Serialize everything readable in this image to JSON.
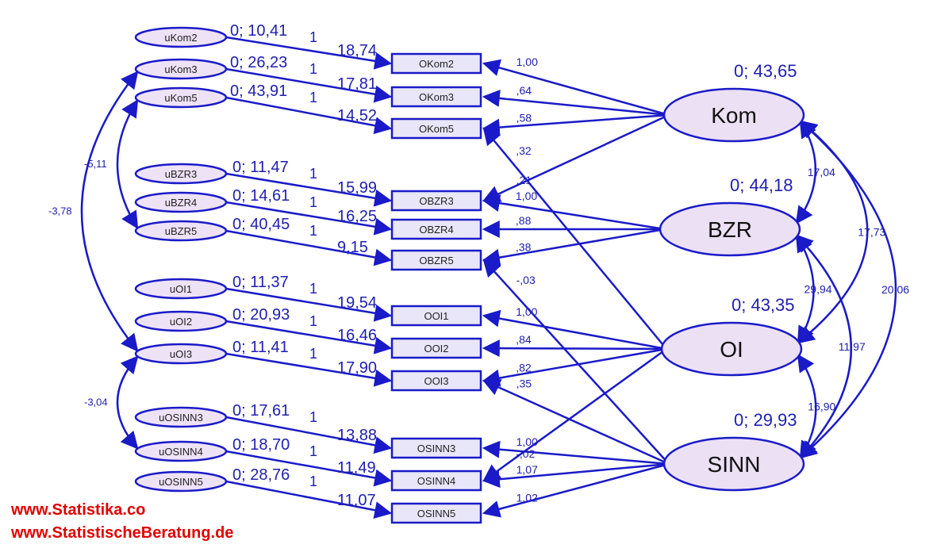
{
  "colors": {
    "line": "#1a1ac8",
    "box_fill": "#e8e6f8",
    "latent_fill": "#ece0f4",
    "error_fill": "#eee2f6",
    "text": "#2020b0",
    "watermark": "#e00000"
  },
  "latents": [
    {
      "id": "kom",
      "label": "Kom",
      "variance": "0; 43,65"
    },
    {
      "id": "bzr",
      "label": "BZR",
      "variance": "0; 44,18"
    },
    {
      "id": "oi",
      "label": "OI",
      "variance": "0; 43,35"
    },
    {
      "id": "sinn",
      "label": "SINN",
      "variance": "0; 29,93"
    }
  ],
  "observed": [
    {
      "id": "OKom2",
      "label": "OKom2",
      "intercept": "18,74"
    },
    {
      "id": "OKom3",
      "label": "OKom3",
      "intercept": "17,81"
    },
    {
      "id": "OKom5",
      "label": "OKom5",
      "intercept": "14,52"
    },
    {
      "id": "OBZR3",
      "label": "OBZR3",
      "intercept": "15,99"
    },
    {
      "id": "OBZR4",
      "label": "OBZR4",
      "intercept": "16,25"
    },
    {
      "id": "OBZR5",
      "label": "OBZR5",
      "intercept": "9,15"
    },
    {
      "id": "OOI1",
      "label": "OOI1",
      "intercept": "19,54"
    },
    {
      "id": "OOI2",
      "label": "OOI2",
      "intercept": "16,46"
    },
    {
      "id": "OOI3",
      "label": "OOI3",
      "intercept": "17,90"
    },
    {
      "id": "OSINN3",
      "label": "OSINN3",
      "intercept": "13,88"
    },
    {
      "id": "OSINN4",
      "label": "OSINN4",
      "intercept": "11,49"
    },
    {
      "id": "OSINN5",
      "label": "OSINN5",
      "intercept": "11,07"
    }
  ],
  "errors": [
    {
      "id": "uKom2",
      "label": "uKom2",
      "variance": "0; 10,41",
      "weight": "1"
    },
    {
      "id": "uKom3",
      "label": "uKom3",
      "variance": "0; 26,23",
      "weight": "1"
    },
    {
      "id": "uKom5",
      "label": "uKom5",
      "variance": "0; 43,91",
      "weight": "1"
    },
    {
      "id": "uBZR3",
      "label": "uBZR3",
      "variance": "0; 11,47",
      "weight": "1"
    },
    {
      "id": "uBZR4",
      "label": "uBZR4",
      "variance": "0; 14,61",
      "weight": "1"
    },
    {
      "id": "uBZR5",
      "label": "uBZR5",
      "variance": "0; 40,45",
      "weight": "1"
    },
    {
      "id": "uOI1",
      "label": "uOI1",
      "variance": "0; 11,37",
      "weight": "1"
    },
    {
      "id": "uOI2",
      "label": "uOI2",
      "variance": "0; 20,93",
      "weight": "1"
    },
    {
      "id": "uOI3",
      "label": "uOI3",
      "variance": "0; 11,41",
      "weight": "1"
    },
    {
      "id": "uOSINN3",
      "label": "uOSINN3",
      "variance": "0; 17,61",
      "weight": "1"
    },
    {
      "id": "uOSINN4",
      "label": "uOSINN4",
      "variance": "0; 18,70",
      "weight": "1"
    },
    {
      "id": "uOSINN5",
      "label": "uOSINN5",
      "variance": "0; 28,76",
      "weight": "1"
    }
  ],
  "loadings": [
    {
      "from": "kom",
      "to": "OKom2",
      "value": "1,00"
    },
    {
      "from": "kom",
      "to": "OKom3",
      "value": ",64"
    },
    {
      "from": "kom",
      "to": "OKom5",
      "value": ",58"
    },
    {
      "from": "kom",
      "to": "OBZR3",
      "value": ",21"
    },
    {
      "from": "bzr",
      "to": "OBZR3",
      "value": "1,00"
    },
    {
      "from": "bzr",
      "to": "OBZR4",
      "value": ",88"
    },
    {
      "from": "bzr",
      "to": "OBZR5",
      "value": ",38"
    },
    {
      "from": "oi",
      "to": "OKom5",
      "value": ",32"
    },
    {
      "from": "oi",
      "to": "OOI1",
      "value": "1,00"
    },
    {
      "from": "oi",
      "to": "OOI2",
      "value": ",84"
    },
    {
      "from": "oi",
      "to": "OOI3",
      "value": ",82"
    },
    {
      "from": "oi",
      "to": "OSINN4",
      "value": "-,02"
    },
    {
      "from": "sinn",
      "to": "OBZR5",
      "value": "-,03"
    },
    {
      "from": "sinn",
      "to": "OOI3",
      "value": ",35"
    },
    {
      "from": "sinn",
      "to": "OSINN3",
      "value": "1,00"
    },
    {
      "from": "sinn",
      "to": "OSINN4",
      "value": "1,07"
    },
    {
      "from": "sinn",
      "to": "OSINN5",
      "value": "1,02"
    }
  ],
  "latent_covariances": [
    {
      "a": "kom",
      "b": "bzr",
      "value": "17,04"
    },
    {
      "a": "kom",
      "b": "oi",
      "value": "17,73"
    },
    {
      "a": "kom",
      "b": "sinn",
      "value": "20,06"
    },
    {
      "a": "bzr",
      "b": "oi",
      "value": "29,94"
    },
    {
      "a": "bzr",
      "b": "sinn",
      "value": "11,97"
    },
    {
      "a": "oi",
      "b": "sinn",
      "value": "16,90"
    }
  ],
  "error_covariances": [
    {
      "a": "uKom5",
      "b": "uBZR5",
      "value": "-5,11"
    },
    {
      "a": "uKom3",
      "b": "uOI3",
      "value": "-3,78"
    },
    {
      "a": "uOI3",
      "b": "uOSINN4",
      "value": "-3,04"
    }
  ],
  "watermark": {
    "line1": "www.Statistika.co",
    "line2": "www.StatistischeBeratung.de"
  }
}
